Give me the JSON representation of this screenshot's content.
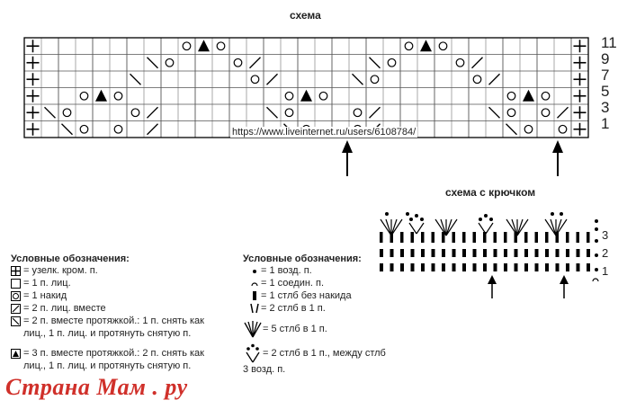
{
  "knit_chart": {
    "title": "схема",
    "row_numbers": [
      "11",
      "9",
      "7",
      "5",
      "3",
      "1"
    ],
    "url": "https://www.liveinternet.ru/users/6108784/"
  },
  "crochet_chart": {
    "title": "схема с крючком",
    "row_numbers": [
      "3",
      "2",
      "1"
    ]
  },
  "legend_knit": {
    "title": "Условные обозначения:",
    "items": [
      {
        "icon": "edge-stitch-icon",
        "text": "= узелк. кром. п."
      },
      {
        "icon": "knit-stitch-icon",
        "text": "= 1 п. лиц."
      },
      {
        "icon": "yarn-over-icon",
        "text": "= 1 накид"
      },
      {
        "icon": "k2tog-icon",
        "text": "= 2 п. лиц. вместе"
      },
      {
        "icon": "ssk-icon",
        "text": "= 2 п. вместе протяжкой.: 1 п. снять как"
      },
      {
        "icon": "",
        "text": "лиц., 1 п. лиц. и протянуть снятую п."
      },
      {
        "icon": "dec3-icon",
        "text": "= 3 п. вместе протяжкой.: 2 п. снять как"
      },
      {
        "icon": "",
        "text": "лиц., 1 п. лиц. и протянуть снятую п."
      }
    ]
  },
  "legend_crochet": {
    "title": "Условные обозначения:",
    "items": [
      {
        "icon": "chain-icon",
        "text": "= 1 возд. п."
      },
      {
        "icon": "slip-stitch-icon",
        "text": "= 1 соедин. п."
      },
      {
        "icon": "single-crochet-icon",
        "text": "= 1 стлб без накида"
      },
      {
        "icon": "two-sc-icon",
        "text": "= 2 стлб в 1 п."
      },
      {
        "icon": "fan-five-icon",
        "text": "= 5 стлб в 1 п."
      },
      {
        "icon": "picot-icon",
        "text": "= 2 стлб в 1 п., между стлб"
      },
      {
        "icon": "",
        "text": "3 возд. п."
      }
    ]
  },
  "site_logo": "Страна Мам . ру"
}
